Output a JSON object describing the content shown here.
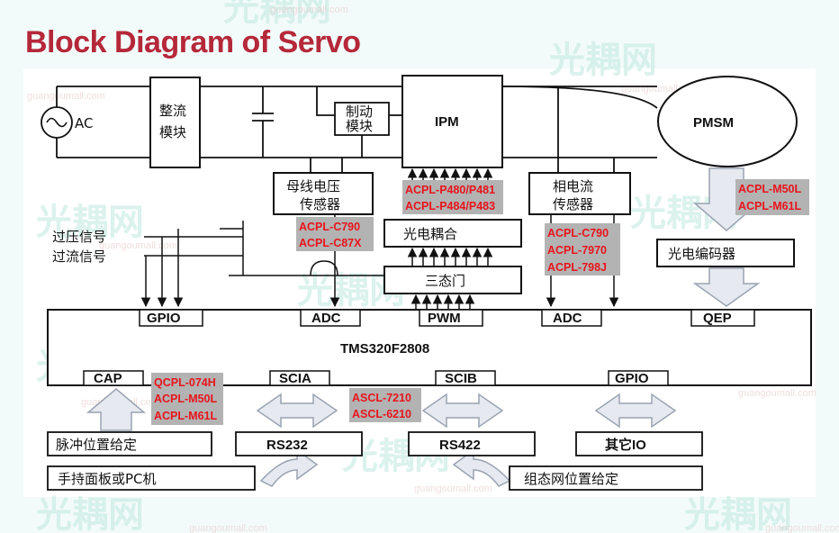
{
  "title": "Block Diagram of Servo",
  "watermark": {
    "brand": "光耦网",
    "url": "guangoumall.com"
  },
  "blocks": {
    "ac": "AC",
    "rectifier_1": "整流",
    "rectifier_2": "模块",
    "brake_1": "制动",
    "brake_2": "模块",
    "ipm": "IPM",
    "pmsm": "PMSM",
    "bus_sensor_1": "母线电压",
    "bus_sensor_2": "传感器",
    "phase_sensor_1": "相电流",
    "phase_sensor_2": "传感器",
    "optocoupler": "光电耦合",
    "tristate": "三态门",
    "encoder": "光电编码器",
    "overvoltage": "过压信号",
    "overcurrent": "过流信号",
    "dsp": "TMS320F2808",
    "port_gpio_top": "GPIO",
    "port_adc_left": "ADC",
    "port_pwm": "PWM",
    "port_adc_right": "ADC",
    "port_qep": "QEP",
    "port_cap": "CAP",
    "port_scia": "SCIA",
    "port_scib": "SCIB",
    "port_gpio_bottom": "GPIO",
    "pulse_position": "脉冲位置给定",
    "rs232": "RS232",
    "rs422": "RS422",
    "other_io": "其它IO",
    "handheld": "手持面板或PC机",
    "scada": "组态网位置给定"
  },
  "tags": {
    "ipm_tag": [
      "ACPL-P480/P481",
      "ACPL-P484/P483"
    ],
    "bus_tag": [
      "ACPL-C790",
      "ACPL-C87X"
    ],
    "phase_tag": [
      "ACPL-C790",
      "ACPL-7970",
      "ACPL-798J"
    ],
    "encoder_tag": [
      "ACPL-M50L",
      "ACPL-M61L"
    ],
    "cap_tag": [
      "QCPL-074H",
      "ACPL-M50L",
      "ACPL-M61L"
    ],
    "sci_tag": [
      "ASCL-7210",
      "ASCL-6210"
    ]
  },
  "colors": {
    "title": "#b5283a",
    "tag_text": "#e8141c",
    "tag_bg": "#b3b3b3",
    "watermark": "#bfe8e0"
  }
}
